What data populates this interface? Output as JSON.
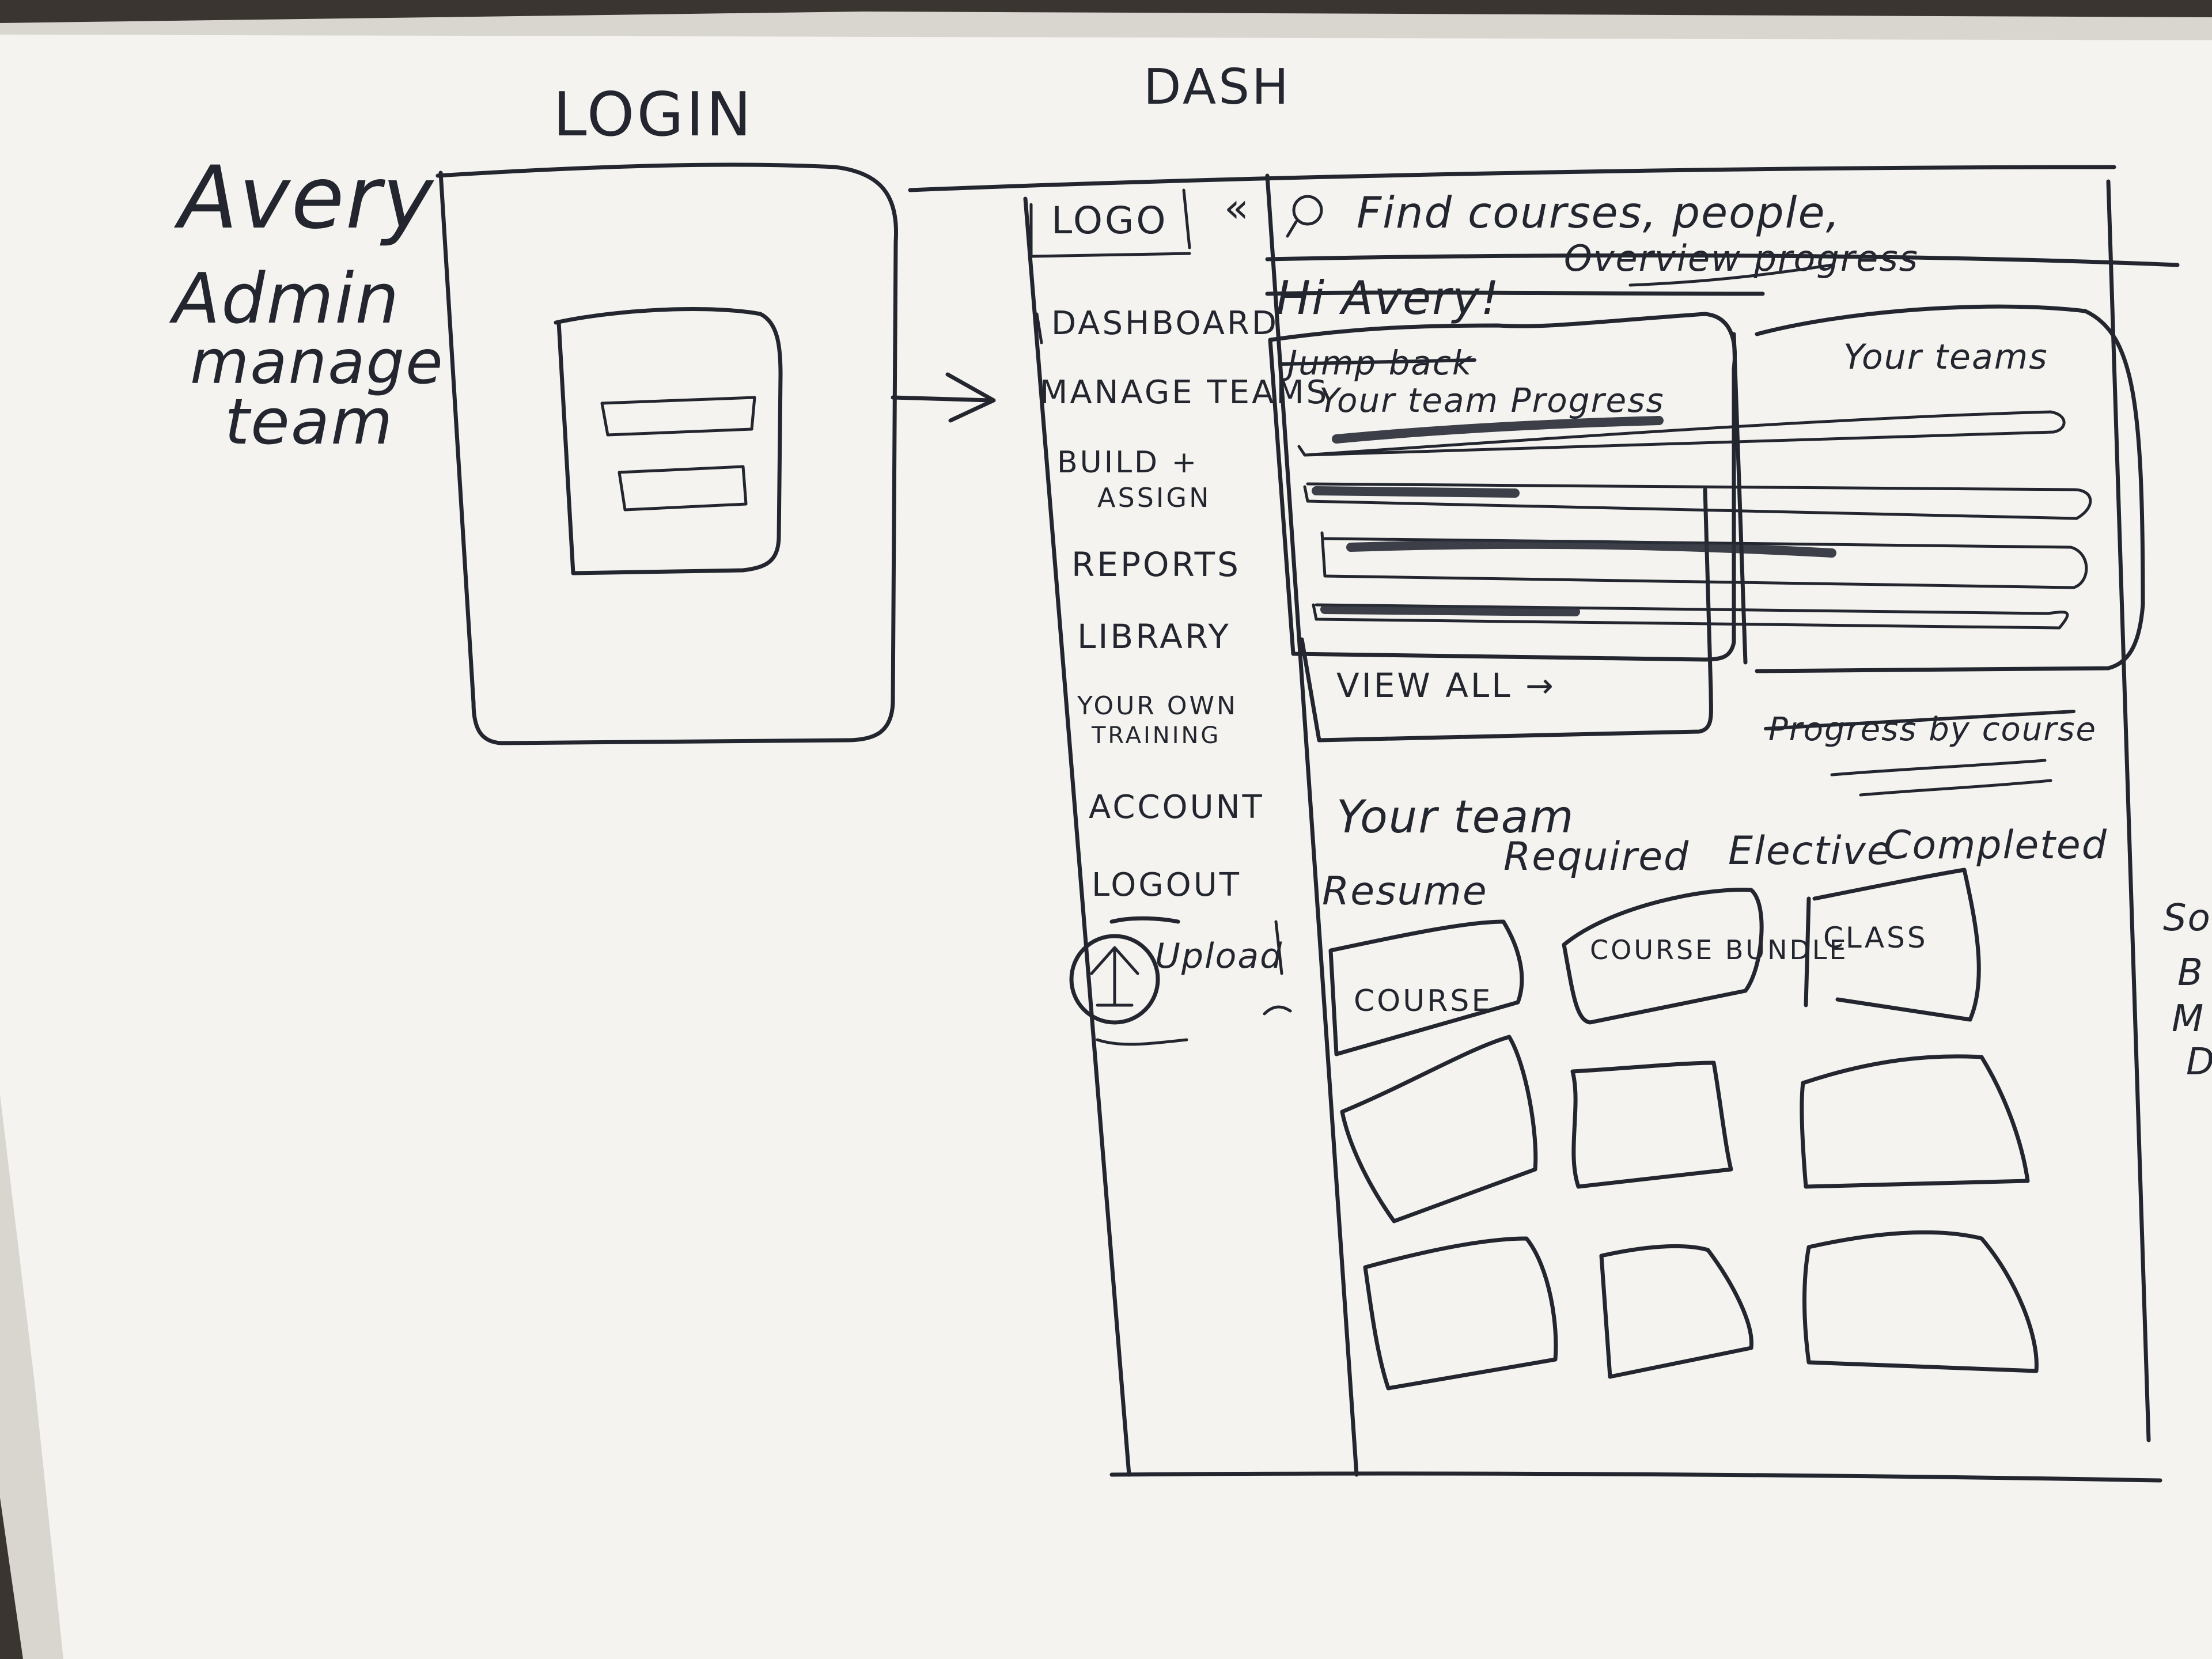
{
  "persona": {
    "name": "Avery",
    "role_line1": "Admin",
    "role_line2": "manage",
    "role_line3": "team"
  },
  "login": {
    "title": "LOGIN"
  },
  "dash": {
    "title": "DASH",
    "logo": "LOGO",
    "collapse": "«",
    "search_placeholder": "Find courses, people,",
    "greeting": "Hi Avery!",
    "overview": "Overview progress",
    "nav": [
      {
        "label": "DASHBOARD"
      },
      {
        "label": "MANAGE TEAMS"
      },
      {
        "label": "BUILD +"
      },
      {
        "label": "ASSIGN"
      },
      {
        "label": "REPORTS"
      },
      {
        "label": "LIBRARY"
      },
      {
        "label": "YOUR OWN"
      },
      {
        "label": "TRAINING"
      },
      {
        "label": "ACCOUNT"
      },
      {
        "label": "LOGOUT"
      }
    ],
    "upload_label": "Upload",
    "progress_panel": {
      "struck_title": "Jump back",
      "title": "Your team Progress",
      "view_all": "VIEW ALL →"
    },
    "teams_panel": {
      "title": "Your teams",
      "footer": "Progress by course"
    },
    "your_team": {
      "title": "Your team",
      "filters": [
        "Resume",
        "Required",
        "Elective",
        "Completed"
      ]
    },
    "cards": [
      "COURSE",
      "COURSE BUNDLE",
      "CLASS"
    ],
    "cutoff": [
      "So",
      "B",
      "M",
      "D"
    ]
  }
}
